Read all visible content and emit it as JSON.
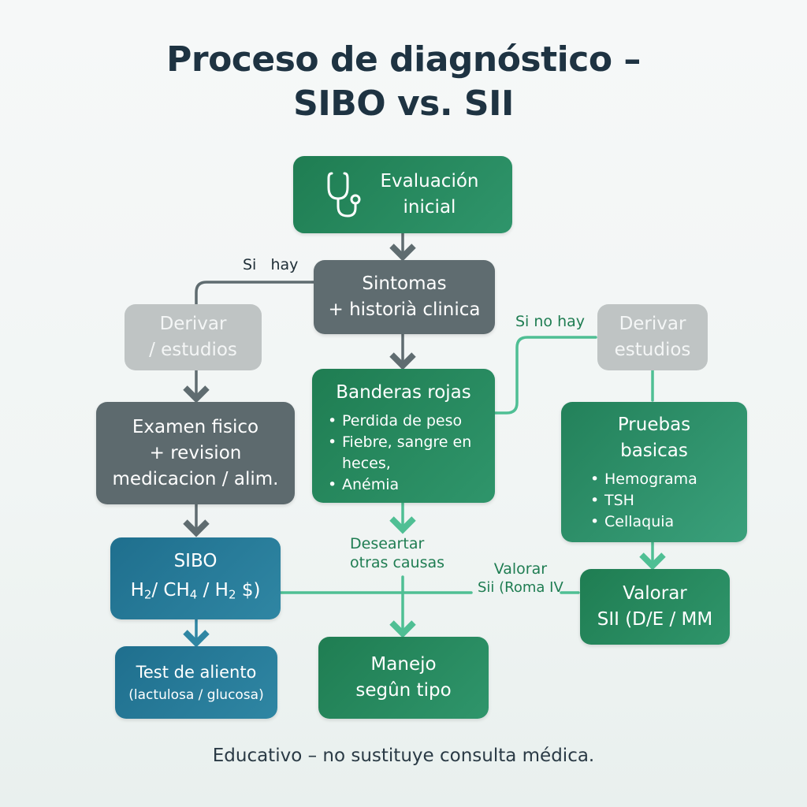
{
  "title": {
    "line1": "Proceso de diagnóstico –",
    "line2": "SIBO vs. SII"
  },
  "nodes": {
    "evaluacion": {
      "line1": "Evaluación",
      "line2": "inicial",
      "icon": "stethoscope-icon"
    },
    "sintomas": {
      "line1": "Sintomas",
      "line2": "+ historià clinica"
    },
    "derivar_left": {
      "line1": "Derivar",
      "line2": "/ estudios"
    },
    "derivar_right": {
      "line1": "Derivar",
      "line2": "estudios"
    },
    "examen": {
      "line1": "Examen fisico",
      "line2": "+ revision",
      "line3": "medicacion / alim."
    },
    "banderas": {
      "title": "Banderas rojas",
      "items": [
        "Perdida de peso",
        "Fiebre, sangre en heces,",
        "Anémia"
      ]
    },
    "pruebas": {
      "title_line1": "Pruebas",
      "title_line2": "basicas",
      "items": [
        "Hemograma",
        "TSH",
        "Cellaquia"
      ]
    },
    "sibo": {
      "line1": "SIBO",
      "h": "H",
      "s2": "2",
      "ch": "/ CH",
      "s4": "4",
      "h2": "/ H",
      "s2b": "2",
      "tail": "$)"
    },
    "test": {
      "line1": "Test de aliento",
      "line2": "(lactulosa / glucosa)"
    },
    "manejo": {
      "line1": "Manejo",
      "line2": "segûn tipo"
    },
    "valorar_sii": {
      "line1": "Valorar",
      "line2": "SII (D/E / MM"
    }
  },
  "labels": {
    "si_hay": "Si   hay",
    "si_no_hay": "Si no hay",
    "descartar_1": "Deseartar",
    "descartar_2": "otras causas",
    "valorar_1": "Valorar",
    "valorar_2": "Sii (Roma IV"
  },
  "footer": "Educativo – no sustituye consulta médica.",
  "colors": {
    "green": "#1f7d52",
    "slate": "#5f6c70",
    "light_gray": "#bfc4c4",
    "blue": "#1f6f8e",
    "title": "#1e3342",
    "connector_green": "#4fbf94",
    "connector_slate": "#5f6c70"
  }
}
